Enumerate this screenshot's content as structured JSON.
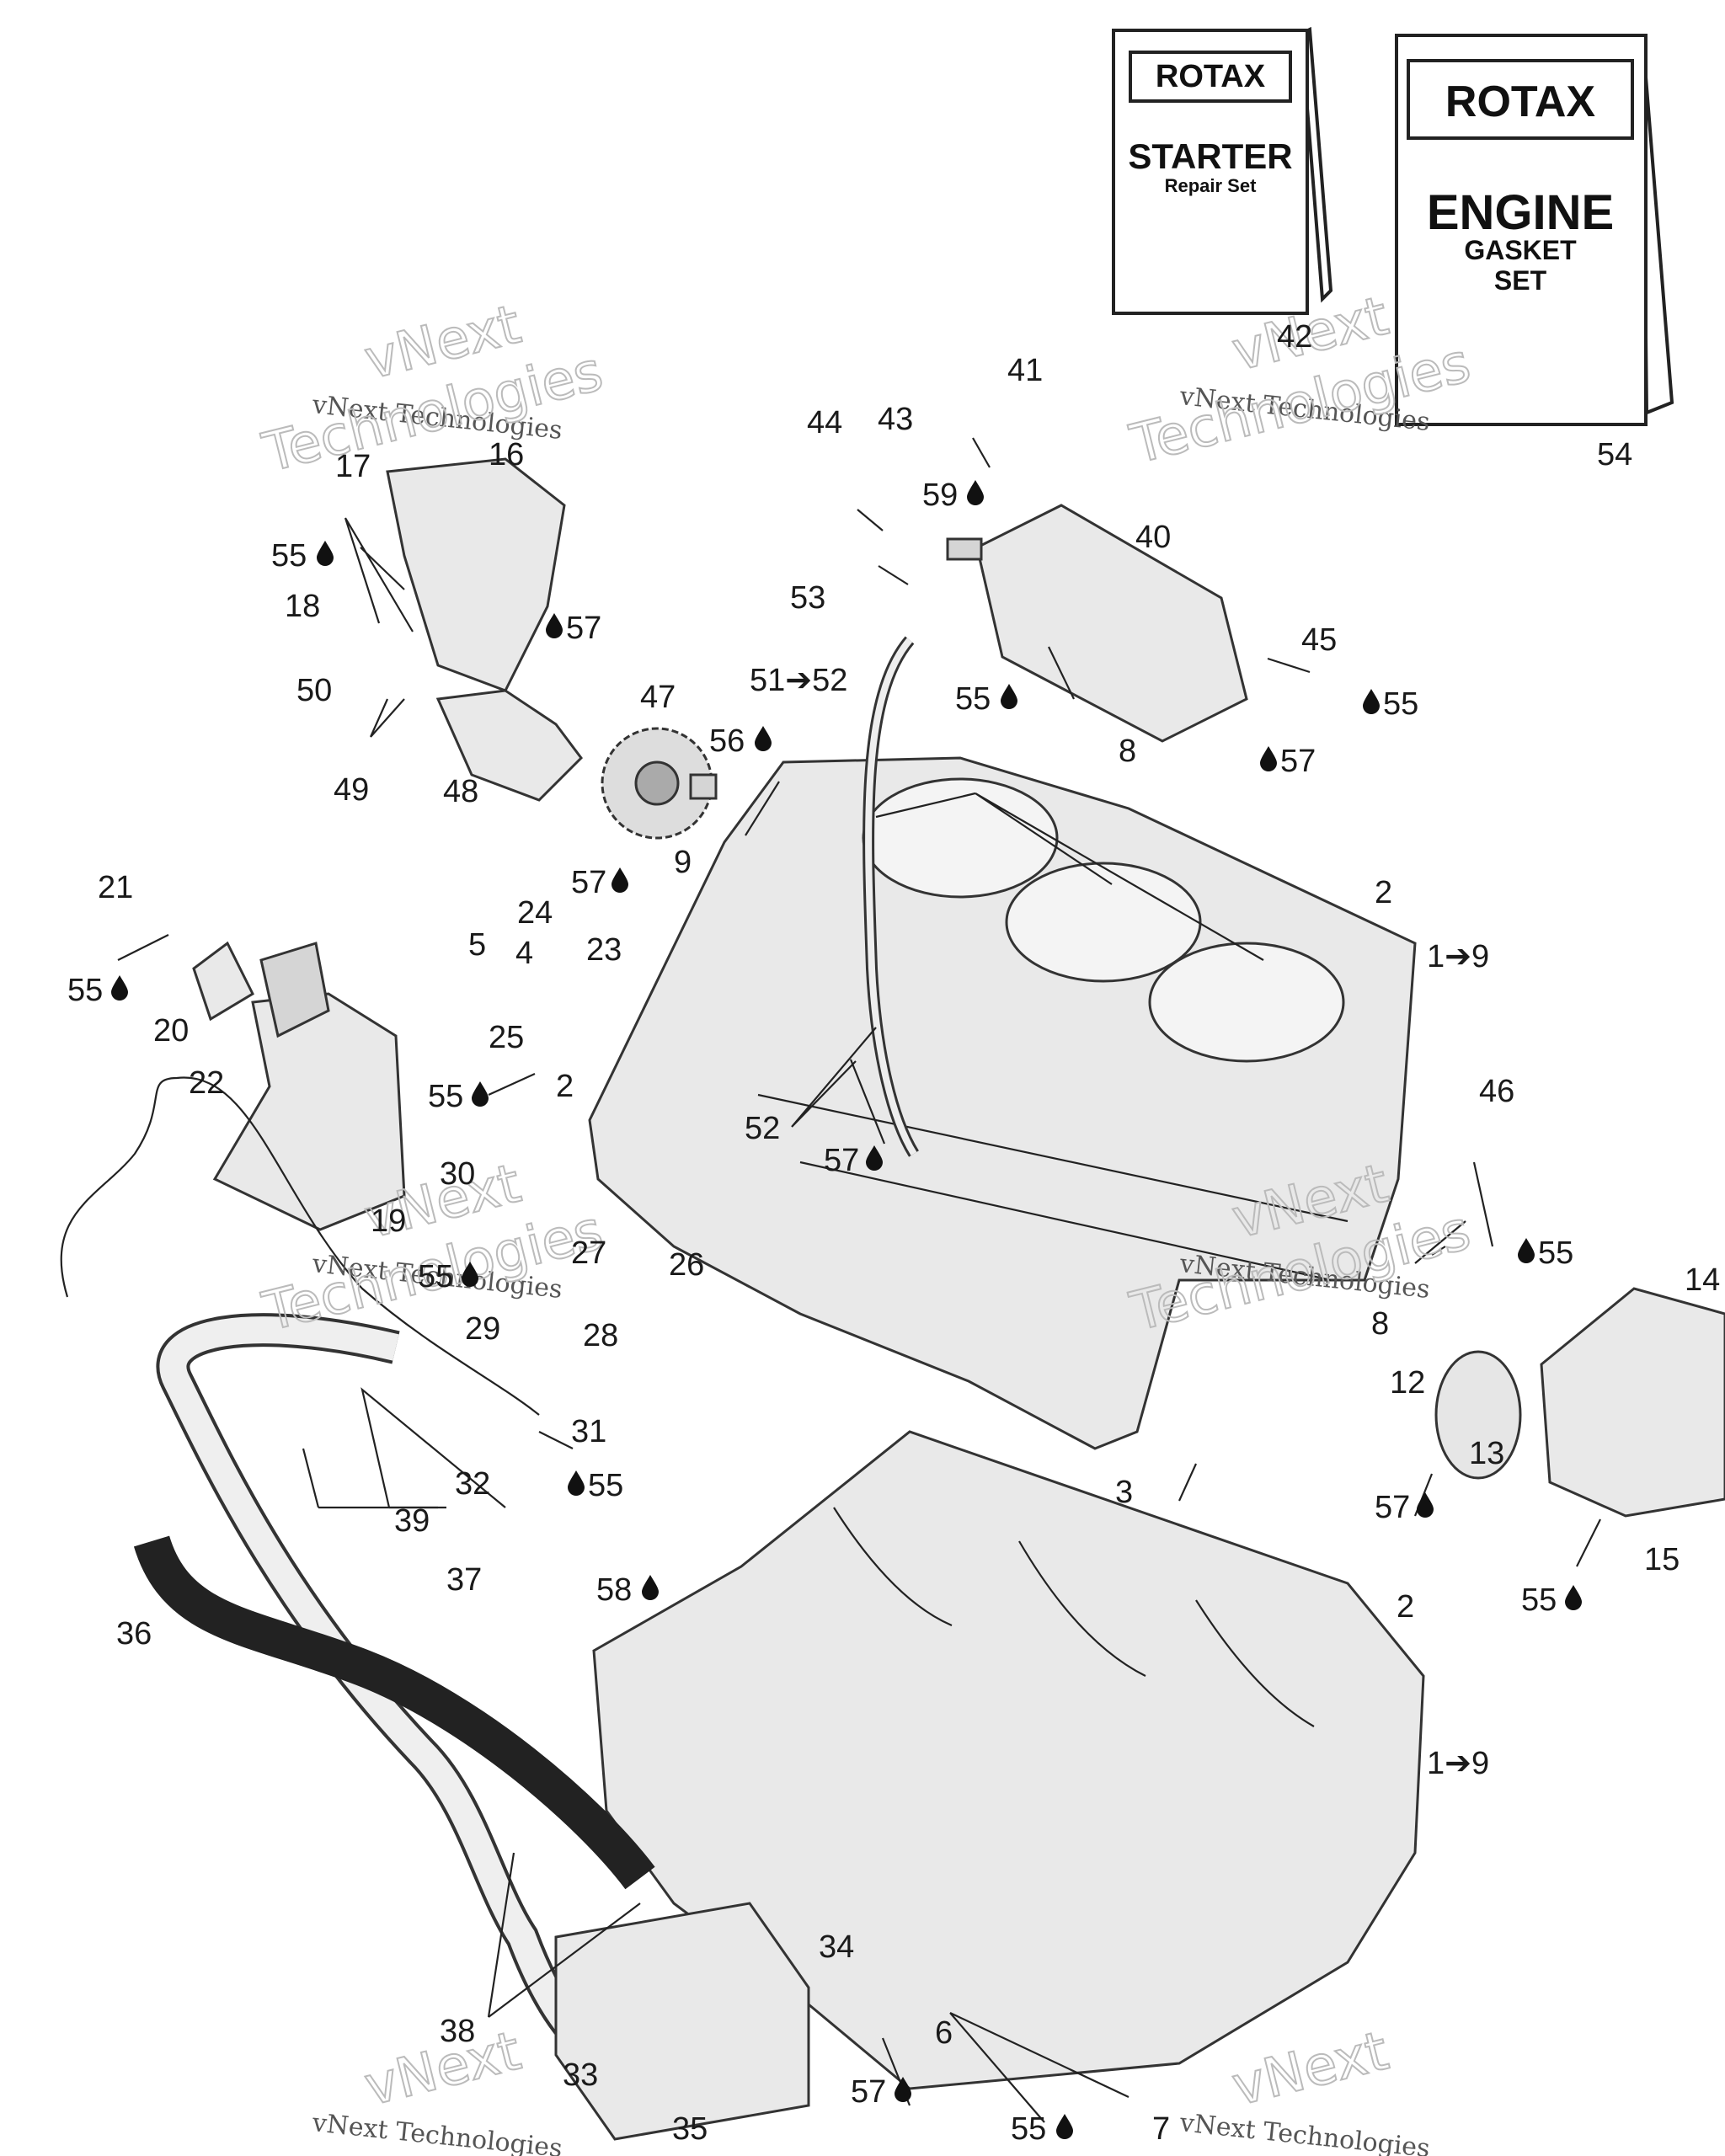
{
  "watermark": {
    "line1": "vNext Technologies",
    "overlay_a": "vNext",
    "overlay_b": "Technologies"
  },
  "kits": {
    "starter": {
      "brand": "ROTAX",
      "title": "STARTER",
      "subtitle": "Repair Set",
      "ref": "42"
    },
    "engine": {
      "brand": "ROTAX",
      "title": "ENGINE",
      "line2": "GASKET",
      "line3": "SET",
      "ref": "54"
    }
  },
  "callouts": {
    "c1": "1",
    "c2": "2",
    "c3": "3",
    "c4": "4",
    "c5": "5",
    "c6": "6",
    "c7": "7",
    "c8": "8",
    "c9": "9",
    "c12": "12",
    "c13": "13",
    "c14": "14",
    "c15": "15",
    "c16": "16",
    "c17": "17",
    "c18": "18",
    "c19": "19",
    "c20": "20",
    "c21": "21",
    "c22": "22",
    "c23": "23",
    "c24": "24",
    "c25": "25",
    "c26": "26",
    "c27": "27",
    "c28": "28",
    "c29": "29",
    "c30": "30",
    "c31": "31",
    "c32": "32",
    "c33": "33",
    "c34": "34",
    "c35": "35",
    "c36": "36",
    "c37": "37",
    "c38": "38",
    "c39": "39",
    "c40": "40",
    "c41": "41",
    "c43": "43",
    "c44": "44",
    "c45": "45",
    "c46": "46",
    "c47": "47",
    "c48": "48",
    "c49": "49",
    "c50": "50",
    "c52": "52",
    "c53": "53",
    "c55": "55",
    "c56": "56",
    "c57": "57",
    "c58": "58",
    "c59": "59",
    "range_51_52": "51➔52",
    "range_1_9": "1➔9"
  },
  "icons": {
    "drop": "liquid-drop-icon"
  }
}
